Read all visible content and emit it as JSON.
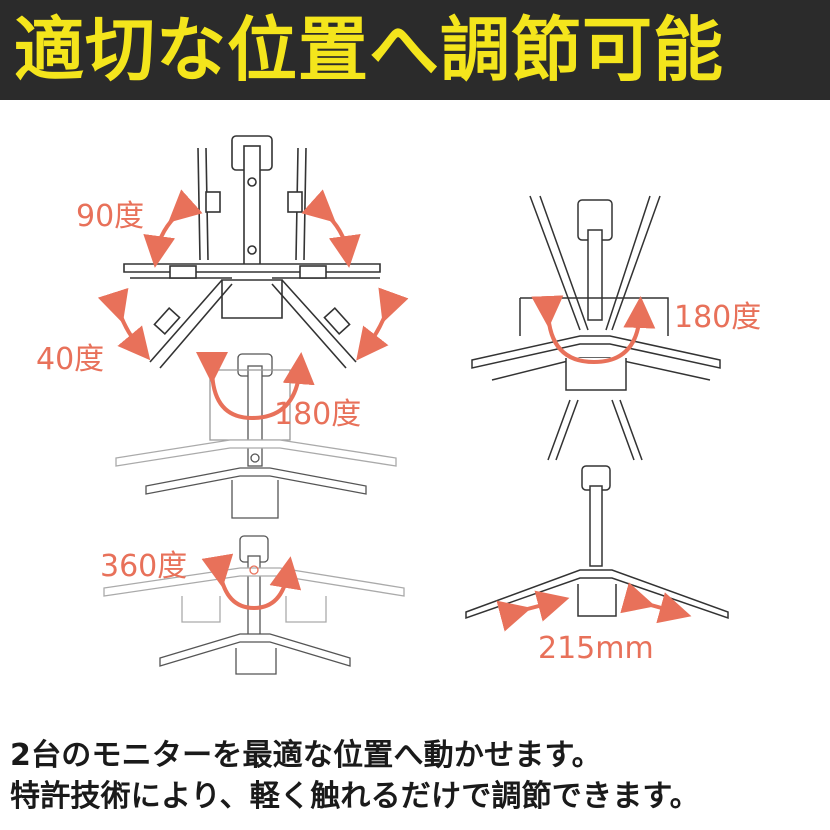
{
  "header": {
    "title": "適切な位置へ調節可能"
  },
  "labels": {
    "deg_90": "90度",
    "deg_40": "40度",
    "deg_180_a": "180度",
    "deg_180_b": "180度",
    "deg_360": "360度",
    "width_215": "215mm"
  },
  "caption": {
    "line1": "2台のモニターを最適な位置へ動かせます。",
    "line2": "特許技術により、軽く触れるだけで調節できます。"
  },
  "colors": {
    "header_bg": "#2b2b2b",
    "title": "#f4e51c",
    "accent": "#e8715a"
  }
}
